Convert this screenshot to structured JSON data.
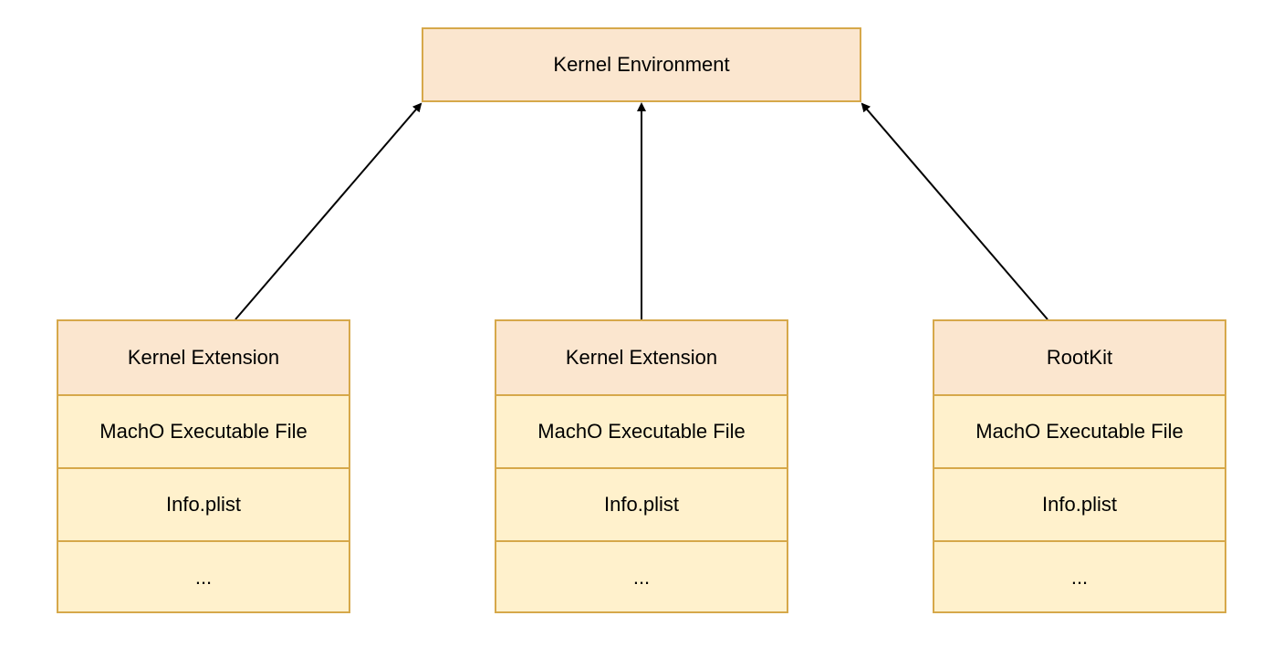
{
  "diagram": {
    "environment": {
      "label": "Kernel Environment"
    },
    "modules": [
      {
        "title": "Kernel Extension",
        "rows": [
          "MachO Executable File",
          "Info.plist",
          "..."
        ]
      },
      {
        "title": "Kernel Extension",
        "rows": [
          "MachO Executable File",
          "Info.plist",
          "..."
        ]
      },
      {
        "title": "RootKit",
        "rows": [
          "MachO Executable File",
          "Info.plist",
          "..."
        ]
      }
    ],
    "colors": {
      "border": "#d6a84a",
      "header_fill": "#fbe6cf",
      "row_fill": "#fff1cc",
      "arrow": "#000000"
    }
  }
}
